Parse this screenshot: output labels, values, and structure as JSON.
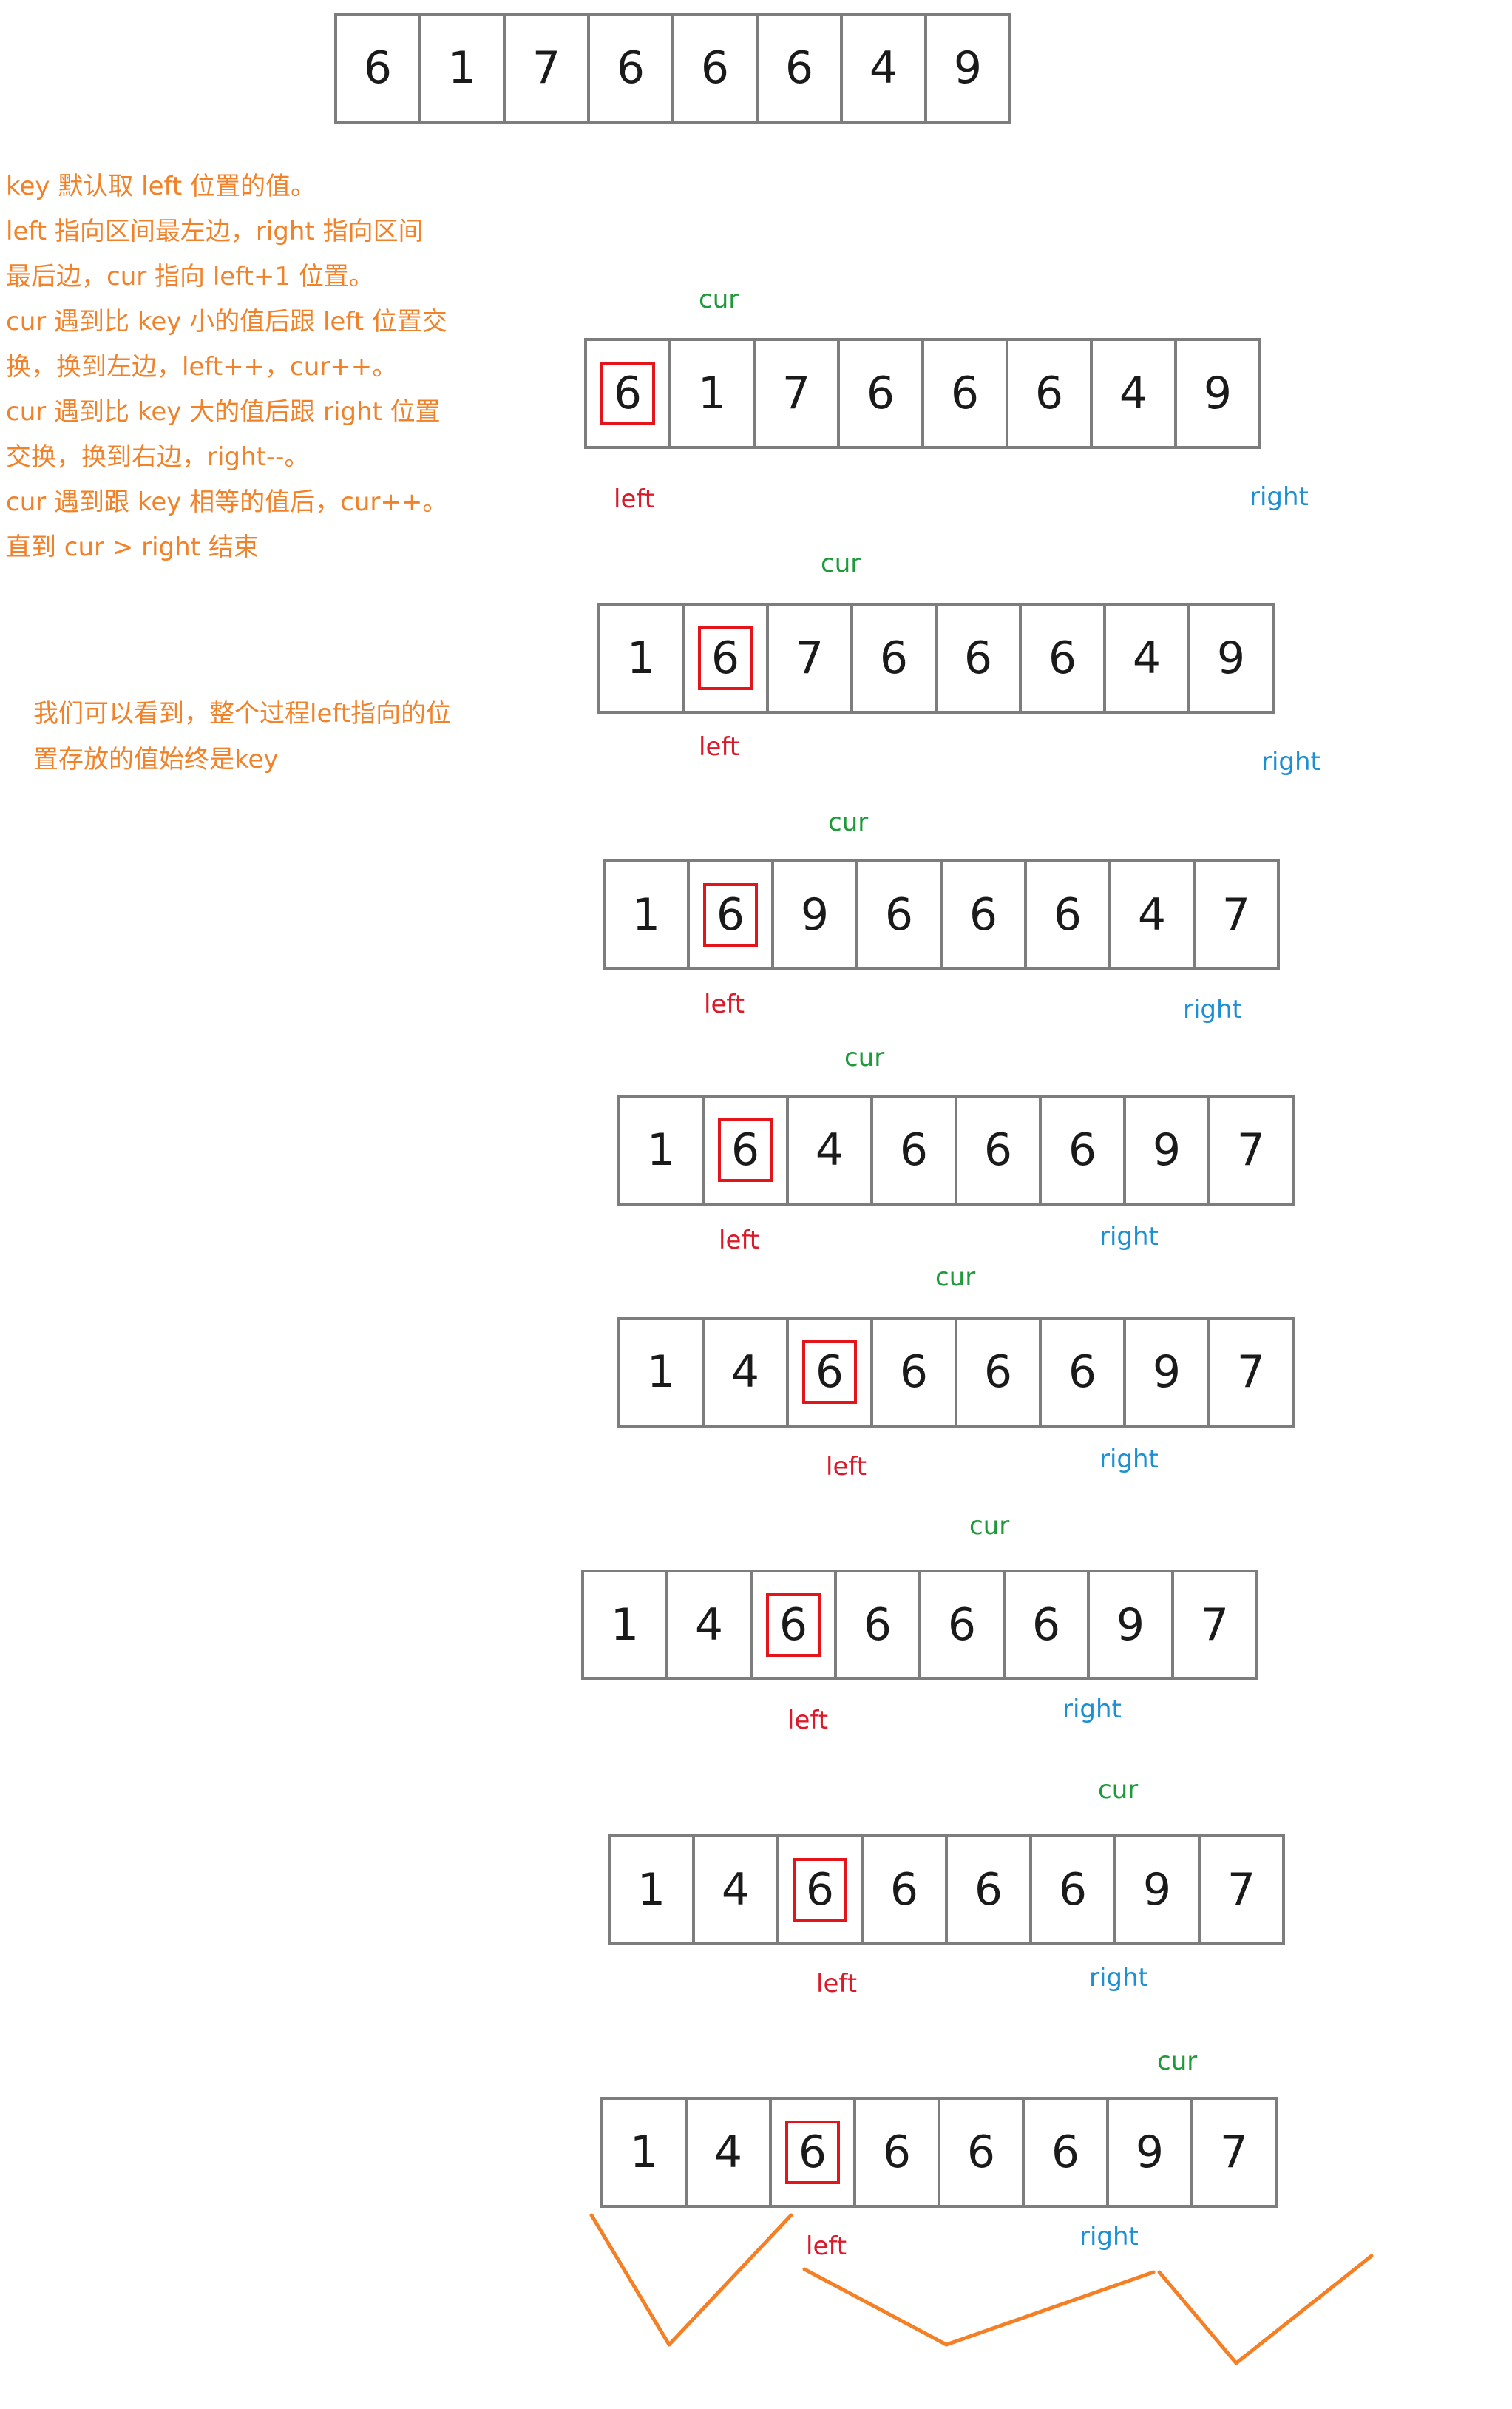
{
  "top_array": [
    "6",
    "1",
    "7",
    "6",
    "6",
    "6",
    "4",
    "9"
  ],
  "explanation": [
    "key 默认取 left 位置的值。",
    "left 指向区间最左边，right 指向区间",
    "最后边，cur 指向 left+1 位置。",
    "cur 遇到比 key 小的值后跟 left 位置交",
    "换，换到左边，left++，cur++。",
    "cur 遇到比 key 大的值后跟 right 位置",
    "交换，换到右边，right--。",
    "cur 遇到跟 key 相等的值后，cur++。",
    "直到 cur > right 结束"
  ],
  "observation": [
    "我们可以看到，整个过程left指向的位",
    "置存放的值始终是key"
  ],
  "labels": {
    "cur": "cur",
    "left": "left",
    "right": "right"
  },
  "steps": [
    {
      "values": [
        "6",
        "1",
        "7",
        "6",
        "6",
        "6",
        "4",
        "9"
      ],
      "key_index": 0
    },
    {
      "values": [
        "1",
        "6",
        "7",
        "6",
        "6",
        "6",
        "4",
        "9"
      ],
      "key_index": 1
    },
    {
      "values": [
        "1",
        "6",
        "9",
        "6",
        "6",
        "6",
        "4",
        "7"
      ],
      "key_index": 1
    },
    {
      "values": [
        "1",
        "6",
        "4",
        "6",
        "6",
        "6",
        "9",
        "7"
      ],
      "key_index": 1
    },
    {
      "values": [
        "1",
        "4",
        "6",
        "6",
        "6",
        "6",
        "9",
        "7"
      ],
      "key_index": 2
    },
    {
      "values": [
        "1",
        "4",
        "6",
        "6",
        "6",
        "6",
        "9",
        "7"
      ],
      "key_index": 2
    },
    {
      "values": [
        "1",
        "4",
        "6",
        "6",
        "6",
        "6",
        "9",
        "7"
      ],
      "key_index": 2
    },
    {
      "values": [
        "1",
        "4",
        "6",
        "6",
        "6",
        "6",
        "9",
        "7"
      ],
      "key_index": 2
    }
  ],
  "colors": {
    "cur": "#1f9a3b",
    "left": "#d91a2a",
    "right": "#1d8fd3",
    "key_box": "#e3151b",
    "text_note": "#f0822a"
  }
}
